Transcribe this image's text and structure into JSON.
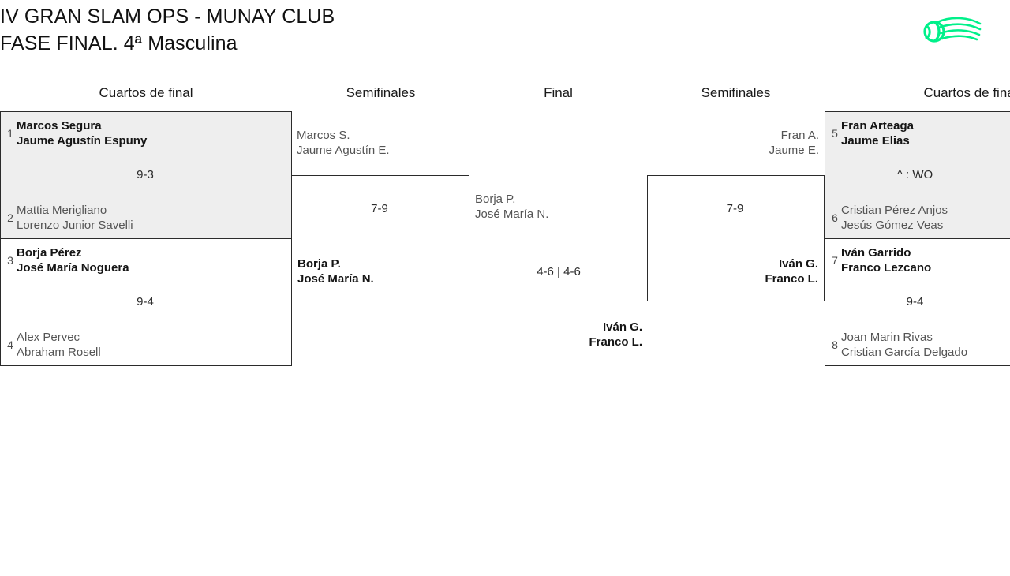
{
  "header": {
    "title_line1": "IV GRAN SLAM OPS - MUNAY CLUB",
    "title_line2": "FASE FINAL. 4ª Masculina",
    "logo_name": "padel-ball-swoosh-logo",
    "logo_color": "#00F08A"
  },
  "rounds": {
    "qf_left": "Cuartos de final",
    "sf_left": "Semifinales",
    "final": "Final",
    "sf_right": "Semifinales",
    "qf_right": "Cuartos de final"
  },
  "bracket": {
    "qf_left": [
      {
        "score": "9-3",
        "shaded": true,
        "top": {
          "seed": "1",
          "p1": "Marcos Segura",
          "p2": "Jaume Agustín Espuny",
          "winner": true
        },
        "bottom": {
          "seed": "2",
          "p1": "Mattia Merigliano",
          "p2": "Lorenzo Junior Savelli",
          "winner": false
        }
      },
      {
        "score": "9-4",
        "shaded": false,
        "top": {
          "seed": "3",
          "p1": "Borja Pérez",
          "p2": "José María Noguera",
          "winner": true
        },
        "bottom": {
          "seed": "4",
          "p1": "Alex Pervec",
          "p2": "Abraham Rosell",
          "winner": false
        }
      }
    ],
    "sf_left": {
      "score": "7-9",
      "top": {
        "p1": "Marcos S.",
        "p2": "Jaume Agustín E.",
        "winner": false
      },
      "bottom": {
        "p1": "Borja P.",
        "p2": "José María N.",
        "winner": true
      }
    },
    "final": {
      "score": "4-6 | 4-6",
      "left": {
        "p1": "Borja P.",
        "p2": "José María N.",
        "winner": false
      },
      "right": {
        "p1": "Iván G.",
        "p2": "Franco L.",
        "winner": true
      }
    },
    "sf_right": {
      "score": "7-9",
      "top": {
        "p1": "Fran A.",
        "p2": "Jaume E.",
        "winner": false
      },
      "bottom": {
        "p1": "Iván G.",
        "p2": "Franco L.",
        "winner": true
      }
    },
    "qf_right": [
      {
        "score": "^ : WO",
        "shaded": true,
        "top": {
          "seed": "5",
          "p1": "Fran Arteaga",
          "p2": "Jaume Elias",
          "winner": true
        },
        "bottom": {
          "seed": "6",
          "p1": "Cristian Pérez Anjos",
          "p2": "Jesús Gómez Veas",
          "winner": false
        }
      },
      {
        "score": "9-4",
        "shaded": false,
        "top": {
          "seed": "7",
          "p1": "Iván Garrido",
          "p2": "Franco Lezcano",
          "winner": true
        },
        "bottom": {
          "seed": "8",
          "p1": "Joan Marin Rivas",
          "p2": "Cristian García Delgado",
          "winner": false
        }
      }
    ]
  }
}
